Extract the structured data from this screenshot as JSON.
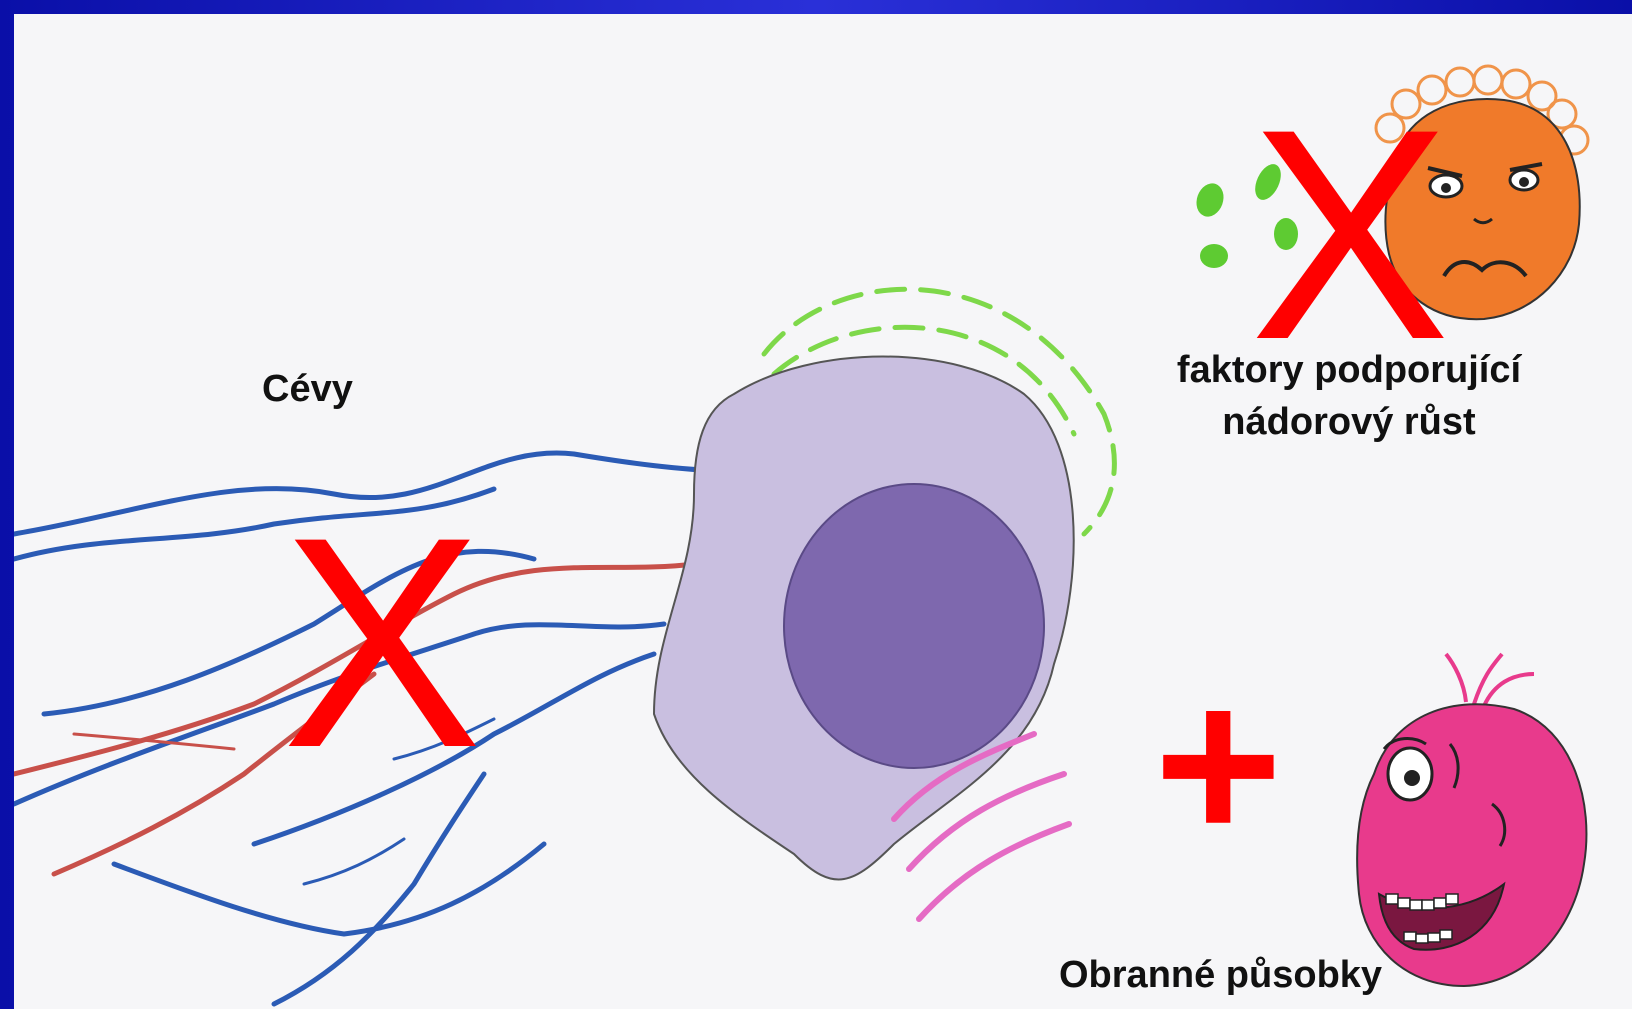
{
  "labels": {
    "vessels": "Cévy",
    "growth_factors_line1": "faktory podporující",
    "growth_factors_line2": "nádorový růst",
    "immune_cells": "Obranné působky"
  },
  "marks": {
    "block_vessels": "X",
    "block_growth_factors": "X",
    "support_immune": "+"
  },
  "colors": {
    "background_frame": "#0a0fa8",
    "paper": "#f6f6f8",
    "veins": "#2b5bb5",
    "artery": "#c8504a",
    "tumor_cell": "#c9bfe0",
    "nucleus": "#7e68ae",
    "growth_factor_face": "#f07a2a",
    "growth_factor_particles": "#5ecb32",
    "immune_face": "#e83a8c",
    "signal_waves": "#e56bc4",
    "mark_red": "#ff0000"
  }
}
